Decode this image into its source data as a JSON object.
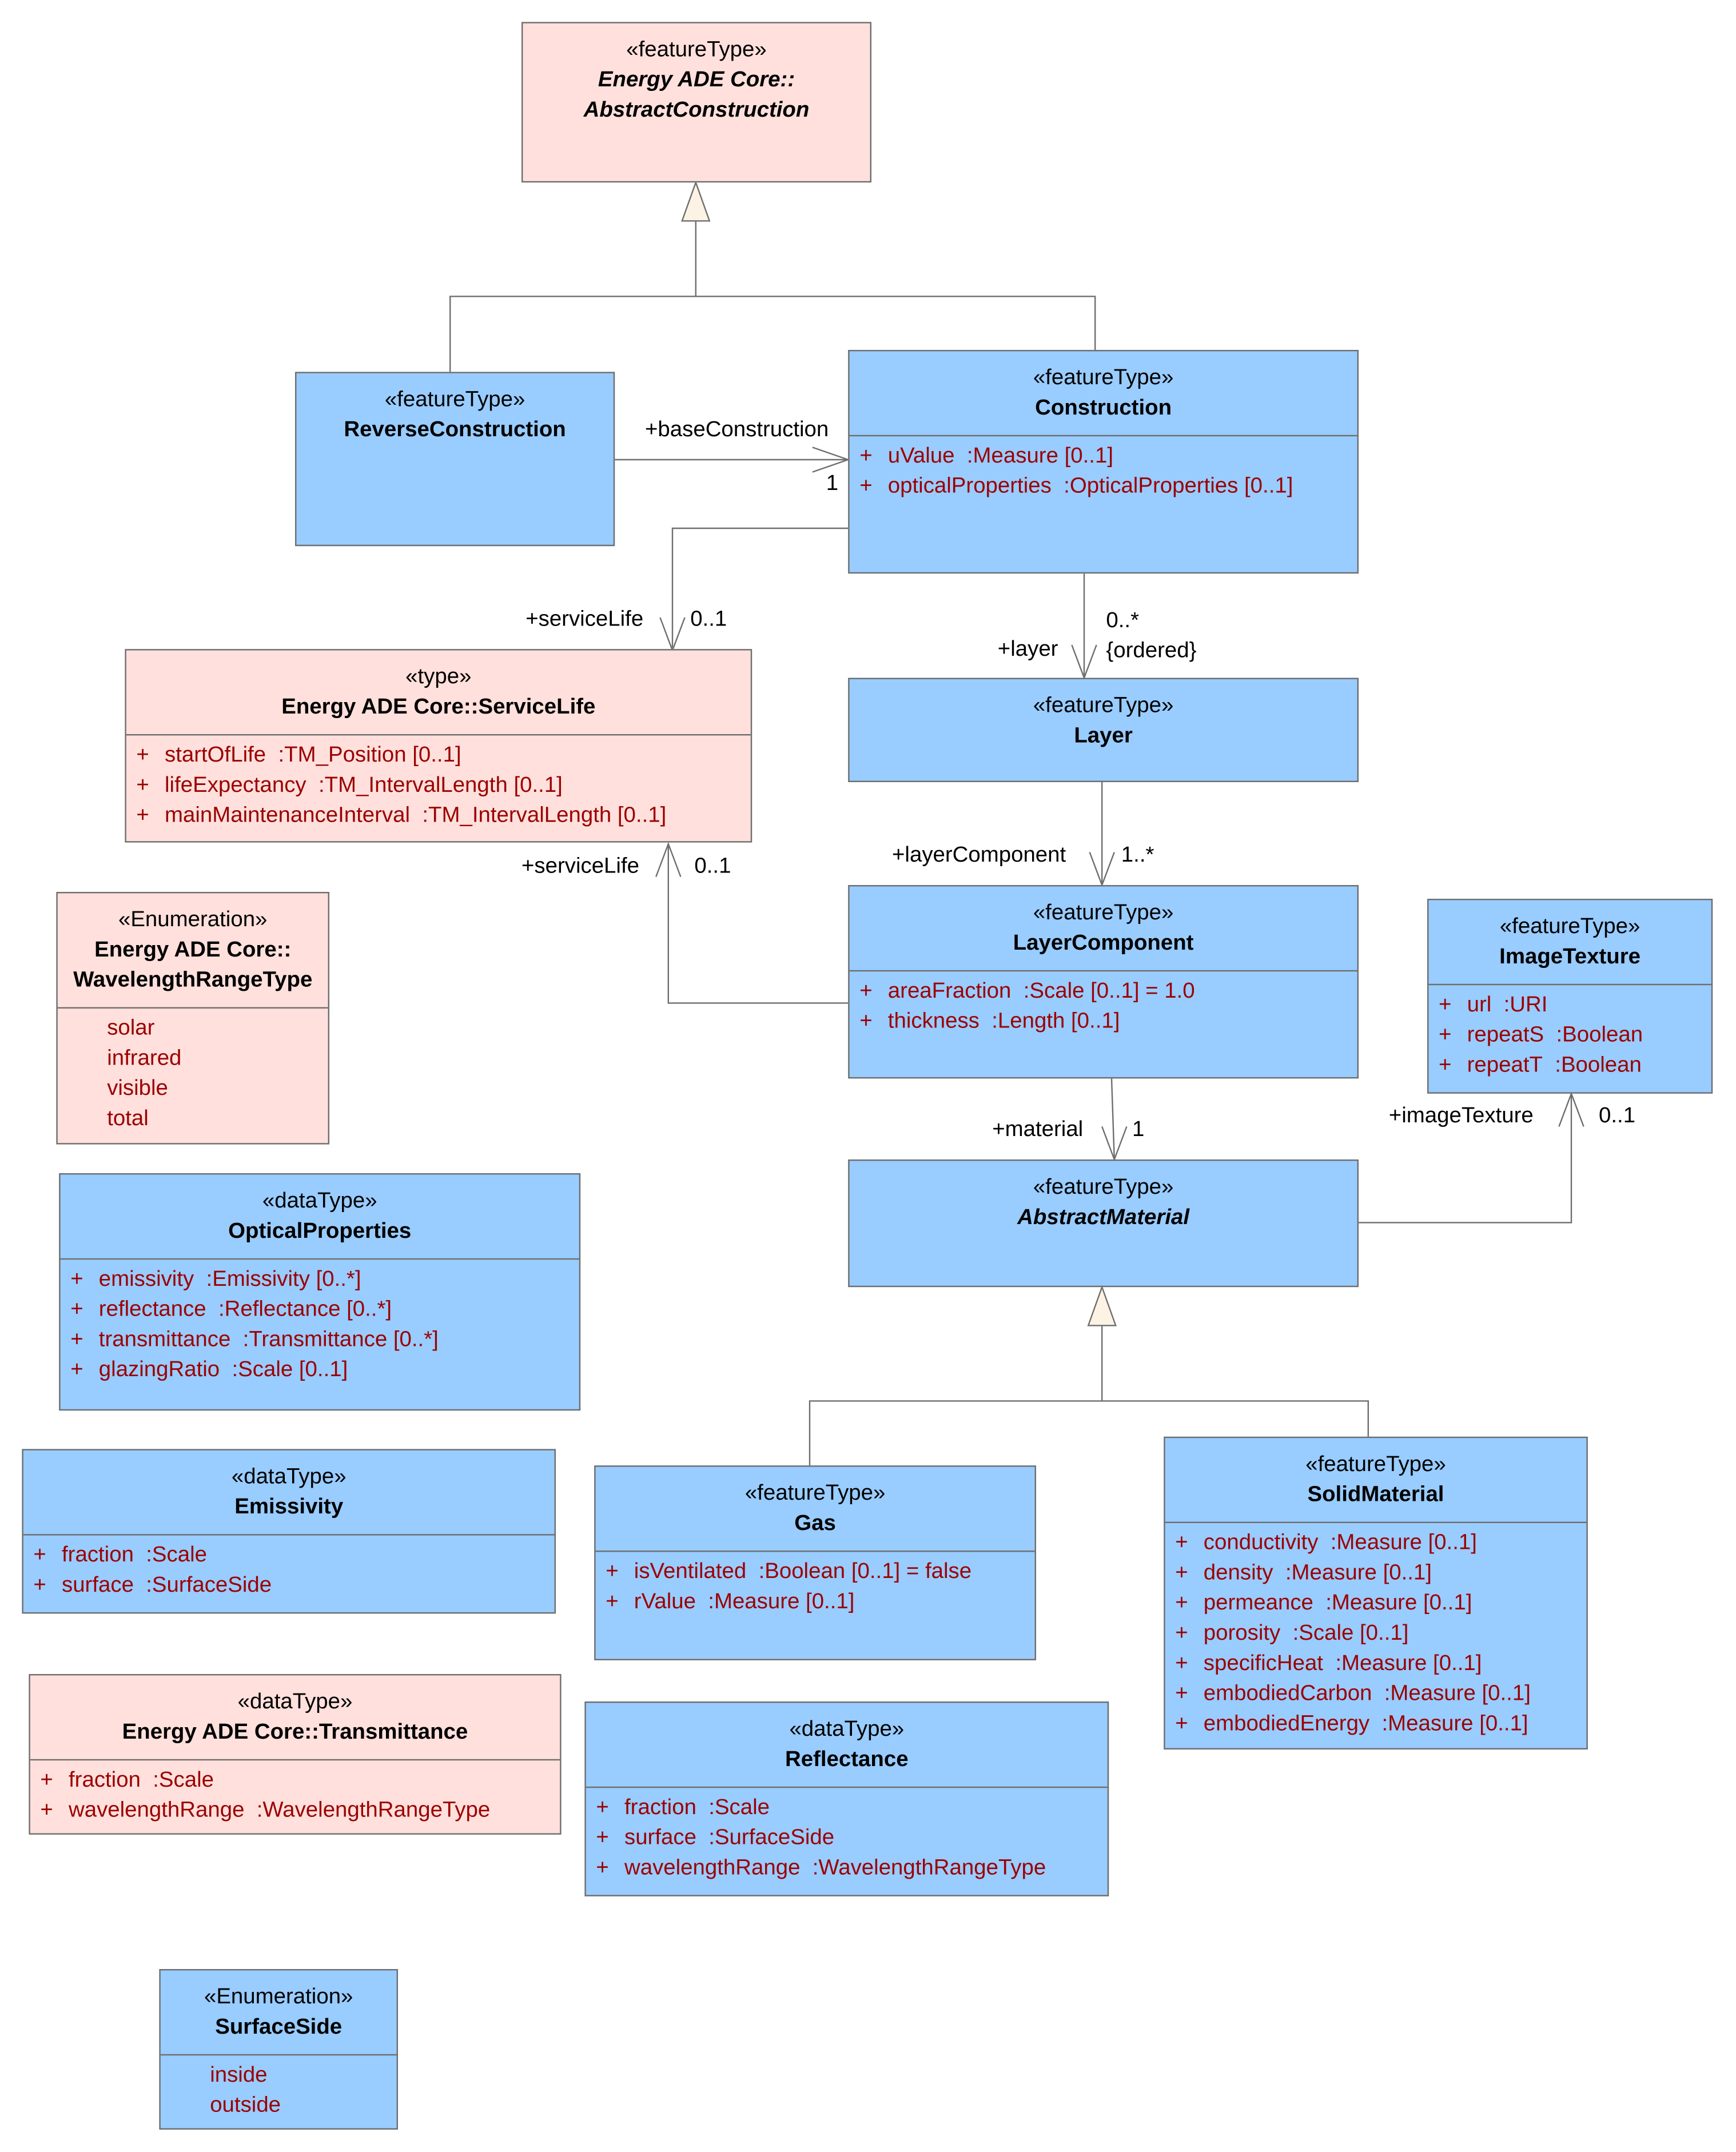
{
  "classes": {
    "abstract_construction": {
      "stereotype": "«featureType»",
      "name_line1": "Energy ADE Core::",
      "name_line2": "AbstractConstruction",
      "color": "#ffe0dc"
    },
    "reverse_construction": {
      "stereotype": "«featureType»",
      "name": "ReverseConstruction",
      "color": "#99ccff"
    },
    "construction": {
      "stereotype": "«featureType»",
      "name": "Construction",
      "color": "#99ccff",
      "attributes": [
        {
          "visibility": "+",
          "name": "uValue",
          "type": ":Measure [0..1]"
        },
        {
          "visibility": "+",
          "name": "opticalProperties",
          "type": ":OpticalProperties [0..1]"
        }
      ]
    },
    "service_life": {
      "stereotype": "«type»",
      "name": "Energy ADE Core::ServiceLife",
      "color": "#ffe0dc",
      "attributes": [
        {
          "visibility": "+",
          "name": "startOfLife",
          "type": ":TM_Position [0..1]"
        },
        {
          "visibility": "+",
          "name": "lifeExpectancy",
          "type": ":TM_IntervalLength [0..1]"
        },
        {
          "visibility": "+",
          "name": "mainMaintenanceInterval",
          "type": ":TM_IntervalLength [0..1]"
        }
      ]
    },
    "layer": {
      "stereotype": "«featureType»",
      "name": "Layer",
      "color": "#99ccff"
    },
    "layer_component": {
      "stereotype": "«featureType»",
      "name": "LayerComponent",
      "color": "#99ccff",
      "attributes": [
        {
          "visibility": "+",
          "name": "areaFraction",
          "type": ":Scale [0..1] = 1.0"
        },
        {
          "visibility": "+",
          "name": "thickness",
          "type": ":Length [0..1]"
        }
      ]
    },
    "wavelength_range_type": {
      "stereotype": "«Enumeration»",
      "name_line1": "Energy ADE Core::",
      "name_line2": "WavelengthRangeType",
      "color": "#ffe0dc",
      "literals": [
        "solar",
        "infrared",
        "visible",
        "total"
      ]
    },
    "image_texture": {
      "stereotype": "«featureType»",
      "name": "ImageTexture",
      "color": "#99ccff",
      "attributes": [
        {
          "visibility": "+",
          "name": "url",
          "type": ":URI"
        },
        {
          "visibility": "+",
          "name": "repeatS",
          "type": ":Boolean"
        },
        {
          "visibility": "+",
          "name": "repeatT",
          "type": ":Boolean"
        }
      ]
    },
    "optical_properties": {
      "stereotype": "«dataType»",
      "name": "OpticalProperties",
      "color": "#99ccff",
      "attributes": [
        {
          "visibility": "+",
          "name": "emissivity",
          "type": ":Emissivity [0..*]"
        },
        {
          "visibility": "+",
          "name": "reflectance",
          "type": ":Reflectance [0..*]"
        },
        {
          "visibility": "+",
          "name": "transmittance",
          "type": ":Transmittance [0..*]"
        },
        {
          "visibility": "+",
          "name": "glazingRatio",
          "type": ":Scale [0..1]"
        }
      ]
    },
    "abstract_material": {
      "stereotype": "«featureType»",
      "name": "AbstractMaterial",
      "color": "#99ccff"
    },
    "emissivity": {
      "stereotype": "«dataType»",
      "name": "Emissivity",
      "color": "#99ccff",
      "attributes": [
        {
          "visibility": "+",
          "name": "fraction",
          "type": ":Scale"
        },
        {
          "visibility": "+",
          "name": "surface",
          "type": ":SurfaceSide"
        }
      ]
    },
    "gas": {
      "stereotype": "«featureType»",
      "name": "Gas",
      "color": "#99ccff",
      "attributes": [
        {
          "visibility": "+",
          "name": "isVentilated",
          "type": ":Boolean [0..1] = false"
        },
        {
          "visibility": "+",
          "name": "rValue",
          "type": ":Measure [0..1]"
        }
      ]
    },
    "solid_material": {
      "stereotype": "«featureType»",
      "name": "SolidMaterial",
      "color": "#99ccff",
      "attributes": [
        {
          "visibility": "+",
          "name": "conductivity",
          "type": ":Measure [0..1]"
        },
        {
          "visibility": "+",
          "name": "density",
          "type": ":Measure [0..1]"
        },
        {
          "visibility": "+",
          "name": "permeance",
          "type": ":Measure [0..1]"
        },
        {
          "visibility": "+",
          "name": "porosity",
          "type": ":Scale [0..1]"
        },
        {
          "visibility": "+",
          "name": "specificHeat",
          "type": ":Measure [0..1]"
        },
        {
          "visibility": "+",
          "name": "embodiedCarbon",
          "type": ":Measure [0..1]"
        },
        {
          "visibility": "+",
          "name": "embodiedEnergy",
          "type": ":Measure [0..1]"
        }
      ]
    },
    "transmittance": {
      "stereotype": "«dataType»",
      "name": "Energy ADE Core::Transmittance",
      "color": "#ffe0dc",
      "attributes": [
        {
          "visibility": "+",
          "name": "fraction",
          "type": ":Scale"
        },
        {
          "visibility": "+",
          "name": "wavelengthRange",
          "type": ":WavelengthRangeType"
        }
      ]
    },
    "reflectance": {
      "stereotype": "«dataType»",
      "name": "Reflectance",
      "color": "#99ccff",
      "attributes": [
        {
          "visibility": "+",
          "name": "fraction",
          "type": ":Scale"
        },
        {
          "visibility": "+",
          "name": "surface",
          "type": ":SurfaceSide"
        },
        {
          "visibility": "+",
          "name": "wavelengthRange",
          "type": ":WavelengthRangeType"
        }
      ]
    },
    "surface_side": {
      "stereotype": "«Enumeration»",
      "name": "SurfaceSide",
      "color": "#99ccff",
      "literals": [
        "inside",
        "outside"
      ]
    }
  },
  "edges": {
    "base_construction": {
      "role": "+baseConstruction",
      "multiplicity": "1"
    },
    "service_life_construction": {
      "role": "+serviceLife",
      "multiplicity": "0..1"
    },
    "layer": {
      "role": "+layer",
      "multiplicity": "0..*",
      "constraint": "{ordered}"
    },
    "layer_component": {
      "role": "+layerComponent",
      "multiplicity": "1..*"
    },
    "service_life_component": {
      "role": "+serviceLife",
      "multiplicity": "0..1"
    },
    "material": {
      "role": "+material",
      "multiplicity": "1"
    },
    "image_texture": {
      "role": "+imageTexture",
      "multiplicity": "0..1"
    }
  },
  "style": {
    "line_color": "#6e6e6e",
    "attribute_color": "#9b0000",
    "generalization_fill": "#fdf3e4"
  }
}
